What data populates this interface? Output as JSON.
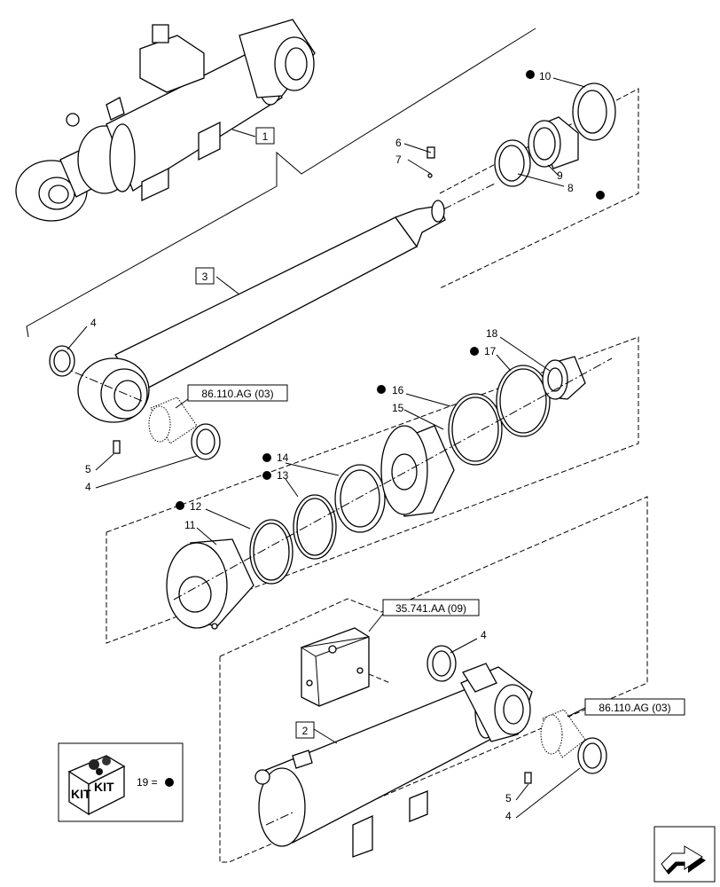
{
  "callouts": {
    "c1": "1",
    "c2": "2",
    "c3": "3",
    "c4a": "4",
    "c4b": "4",
    "c4c": "4",
    "c4d": "4",
    "c5a": "5",
    "c5b": "5",
    "c6": "6",
    "c7": "7",
    "c8": "8",
    "c9": "9",
    "c10": "10",
    "c11": "11",
    "c12": "12",
    "c13": "13",
    "c14": "14",
    "c15": "15",
    "c16": "16",
    "c17": "17",
    "c18": "18"
  },
  "references": {
    "ref_86110_top": "86.110.AG (03)",
    "ref_35741": "35.741.AA (09)",
    "ref_86110_bottom": "86.110.AG (03)"
  },
  "kit": {
    "label_left": "KIT",
    "label_right": "KIT",
    "legend": "19 ="
  },
  "icons": {
    "kit_marker": "filled-circle",
    "nav": "arrow-navigation-icon"
  }
}
